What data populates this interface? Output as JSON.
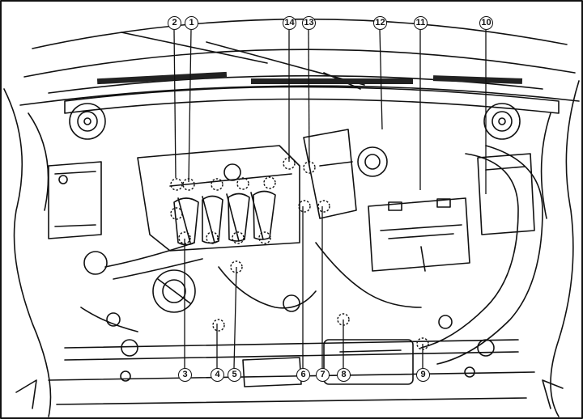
{
  "figure": {
    "callouts": [
      "1",
      "2",
      "3",
      "4",
      "5",
      "6",
      "7",
      "8",
      "9",
      "10",
      "11",
      "12",
      "13",
      "14"
    ],
    "colors": {
      "ink": "#111111",
      "paper": "#ffffff",
      "grille": "#222222"
    }
  }
}
